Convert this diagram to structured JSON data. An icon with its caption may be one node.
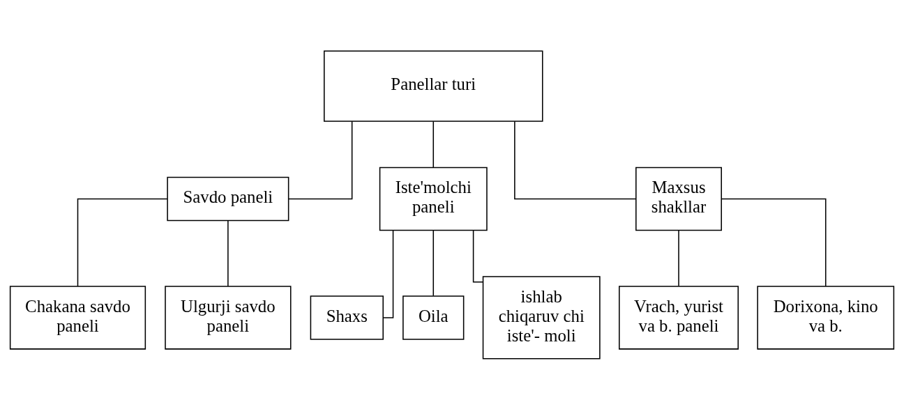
{
  "diagram": {
    "nodes": [
      {
        "text": [
          "Panellar turi"
        ]
      },
      {
        "text": [
          "Savdo paneli"
        ]
      },
      {
        "text": [
          "Iste'molchi paneli"
        ]
      },
      {
        "text": [
          "Maxsus shakllar"
        ]
      },
      {
        "text": [
          "Chakana savdo paneli"
        ]
      },
      {
        "text": [
          "Ulgurji savdo paneli"
        ]
      },
      {
        "text": [
          "Shaxs"
        ]
      },
      {
        "text": [
          "Oila"
        ]
      },
      {
        "text": [
          "ishlab chiqaruv chi iste'- moli"
        ]
      },
      {
        "text": [
          "Vrach, yurist va b. paneli"
        ]
      },
      {
        "text": [
          "Dorixona, kino va b."
        ]
      }
    ],
    "edges": [
      {
        "from": 0,
        "to": 1,
        "arrow": "none"
      },
      {
        "from": 0,
        "to": 2,
        "arrow": "none"
      },
      {
        "from": 0,
        "to": 3,
        "arrow": "none"
      },
      {
        "from": 1,
        "to": 4,
        "arrow": "none"
      },
      {
        "from": 1,
        "to": 5,
        "arrow": "none"
      },
      {
        "from": 2,
        "to": 6,
        "arrow": "none"
      },
      {
        "from": 2,
        "to": 7,
        "arrow": "none"
      },
      {
        "from": 2,
        "to": 8,
        "arrow": "none"
      },
      {
        "from": 3,
        "to": 9,
        "arrow": "none"
      },
      {
        "from": 3,
        "to": 10,
        "arrow": "none"
      }
    ]
  }
}
